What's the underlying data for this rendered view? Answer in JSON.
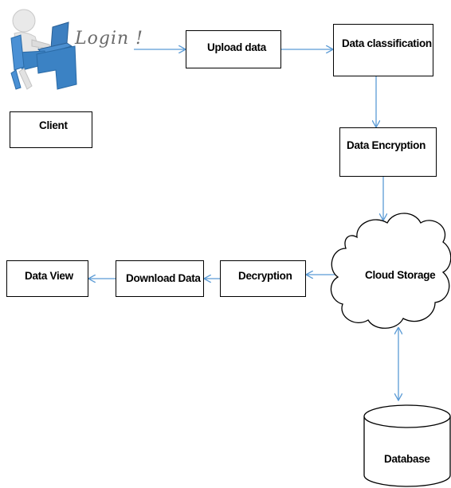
{
  "login_text": "Login !",
  "nodes": {
    "client": "Client",
    "upload": "Upload data",
    "classification": "Data classification",
    "encryption": "Data Encryption",
    "cloud": "Cloud Storage",
    "decryption": "Decryption",
    "download": "Download Data",
    "view": "Data View",
    "database": "Database"
  },
  "colors": {
    "arrow": "#5b9bd5",
    "border": "#000000",
    "figure": "#3b82c4"
  },
  "icons": {
    "user": "user-at-laptop-icon"
  }
}
